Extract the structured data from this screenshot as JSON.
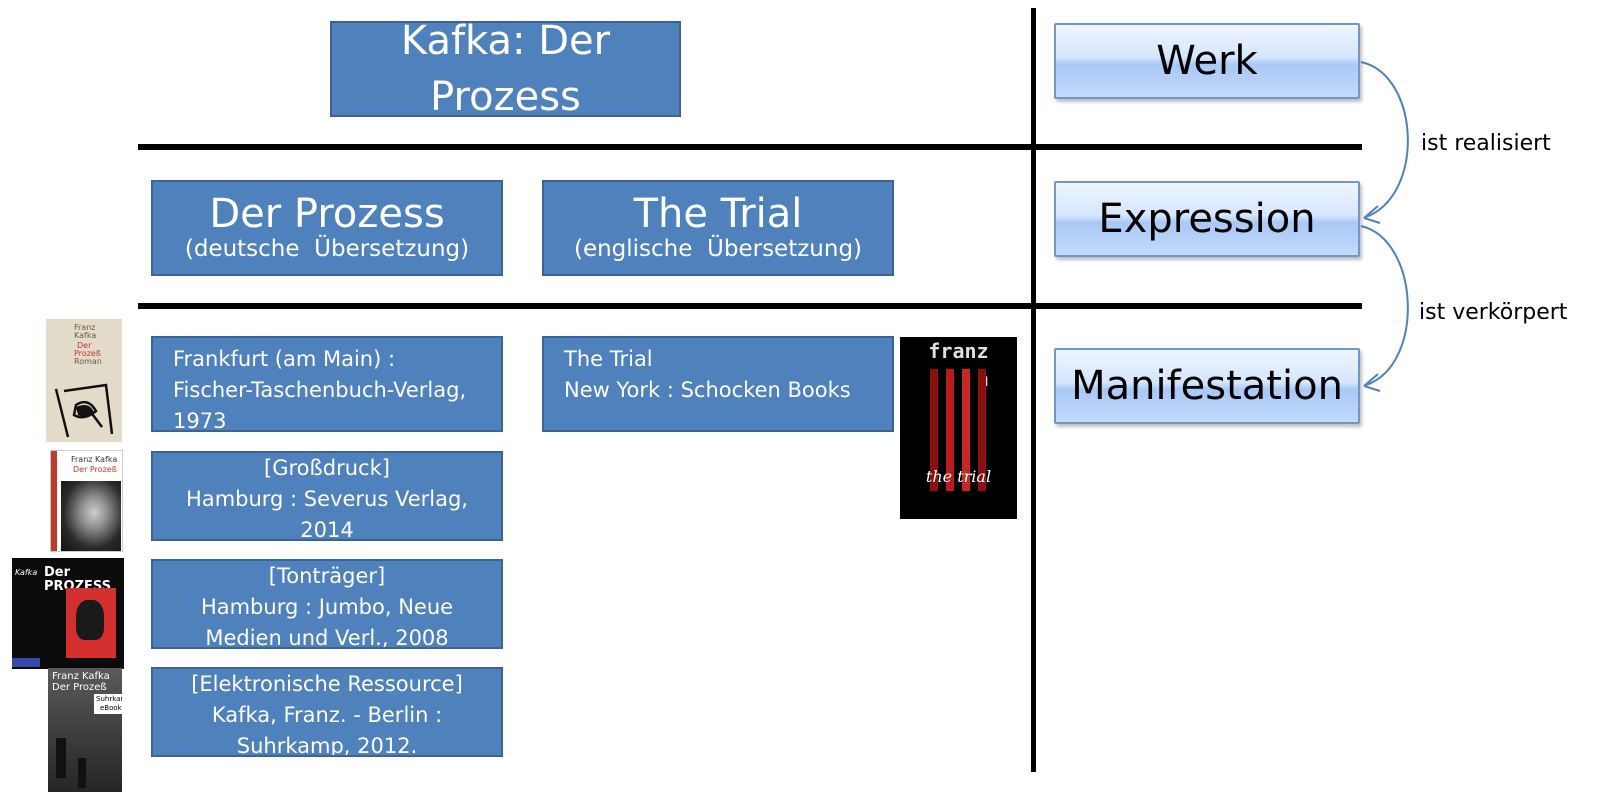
{
  "work_title": "Kafka: Der Prozess",
  "expressions": [
    {
      "title": "Der Prozess",
      "subtitle": "(deutsche  Übersetzung)"
    },
    {
      "title": "The Trial",
      "subtitle": "(englische  Übersetzung)"
    }
  ],
  "manifestations_german": [
    {
      "lines": [
        "Frankfurt (am Main) :",
        "Fischer-Taschenbuch-Verlag,",
        "1973"
      ]
    },
    {
      "lines": [
        "[Großdruck]",
        "Hamburg : Severus Verlag,",
        "2014"
      ]
    },
    {
      "lines": [
        "[Tonträger]",
        "Hamburg : Jumbo, Neue",
        "Medien und Verl., 2008"
      ]
    },
    {
      "lines": [
        "[Elektronische Ressource]",
        "Kafka, Franz. - Berlin :",
        "Suhrkamp, 2012."
      ]
    }
  ],
  "manifestation_english": {
    "lines": [
      "The Trial",
      "New York : Schocken Books"
    ]
  },
  "levels": {
    "work": "Werk",
    "expression": "Expression",
    "manifestation": "Manifestation"
  },
  "relations": {
    "realized": "ist realisiert",
    "embodied": "ist verkörpert"
  },
  "covers": {
    "fischer": [
      "Franz",
      "Kafka",
      "Der",
      "Prozeß",
      "Roman"
    ],
    "severus": [
      "Franz Kafka",
      "Der Prozeß"
    ],
    "jumbo": [
      "Kafka",
      "Der PROZESS"
    ],
    "suhrkamp": [
      "Franz Kafka",
      "Der Prozeß",
      "Suhrkamp",
      "eBook"
    ],
    "schocken": [
      "franz kafka",
      "the trial"
    ]
  },
  "colors": {
    "box_fill": "#4f81bd",
    "level_fill": "#c2dafc",
    "arrow": "#4f81bd"
  }
}
